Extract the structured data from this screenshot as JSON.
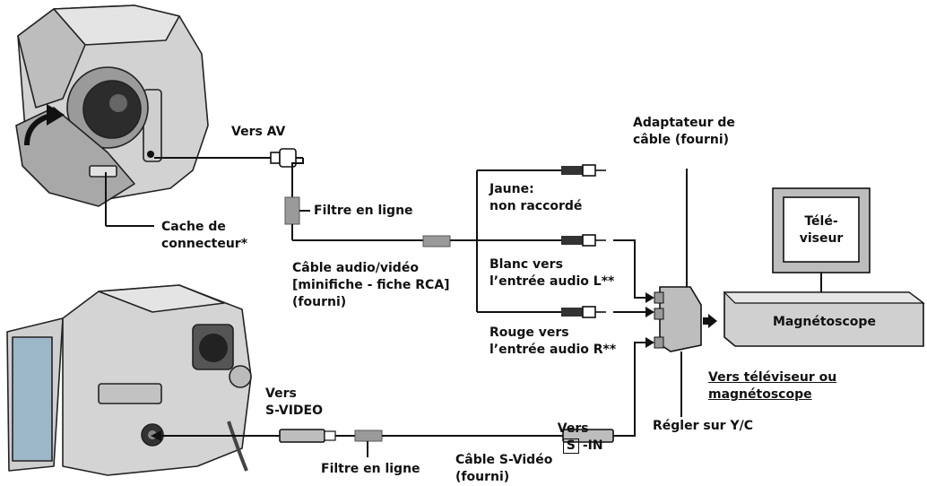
{
  "labels": {
    "vers_av": "Vers AV",
    "cache_connecteur": "Cache de\nconnecteur*",
    "filtre_haut": "Filtre en ligne",
    "cable_av": "Câble audio/vidéo\n[minifiche - fiche RCA]\n(fourni)",
    "jaune": "Jaune:\nnon raccordé",
    "blanc": "Blanc vers\nl’entrée audio L**",
    "rouge": "Rouge vers\nl’entrée audio R**",
    "adaptateur": "Adaptateur de\ncâble (fourni)",
    "televiseur": "Télé-\nviseur",
    "magnetoscope": "Magnétoscope",
    "vers_tv_magneto": "Vers téléviseur ou\nmagnétoscope",
    "vers_svideo": "Vers\nS-VIDEO",
    "vers_s_in_prefix": "Vers",
    "s_symbol": "S",
    "vers_s_in_suffix": "-IN",
    "filtre_bas": "Filtre en ligne",
    "cable_svideo": "Câble S-Vidéo\n(fourni)",
    "regler_yc": "Régler sur Y/C"
  }
}
